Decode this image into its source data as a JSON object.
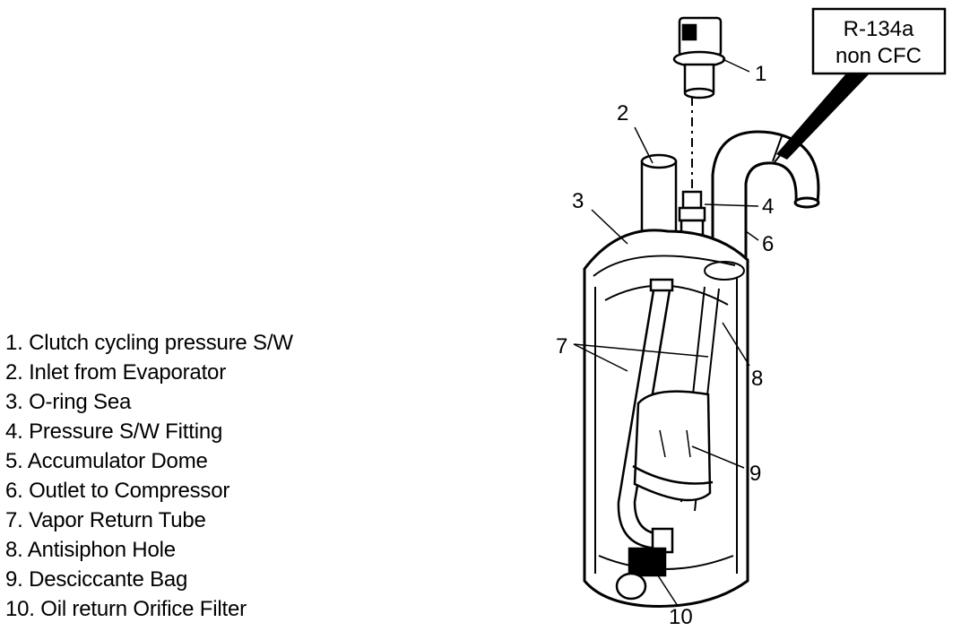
{
  "legend": [
    "1. Clutch cycling pressure S/W",
    "2. Inlet from Evaporator",
    "3. O-ring Sea",
    "4. Pressure S/W Fitting",
    "5. Accumulator Dome",
    "6. Outlet to Compressor",
    "7. Vapor Return Tube",
    "8. Antisiphon Hole",
    "9. Desciccante Bag",
    "10. Oil return Orifice Filter"
  ],
  "callouts": {
    "n1": "1",
    "n2": "2",
    "n3": "3",
    "n4": "4",
    "n6": "6",
    "n7": "7",
    "n8": "8",
    "n9": "9",
    "n10": "10"
  },
  "refrigerant_box": {
    "line1": "R-134a",
    "line2": "non CFC"
  }
}
